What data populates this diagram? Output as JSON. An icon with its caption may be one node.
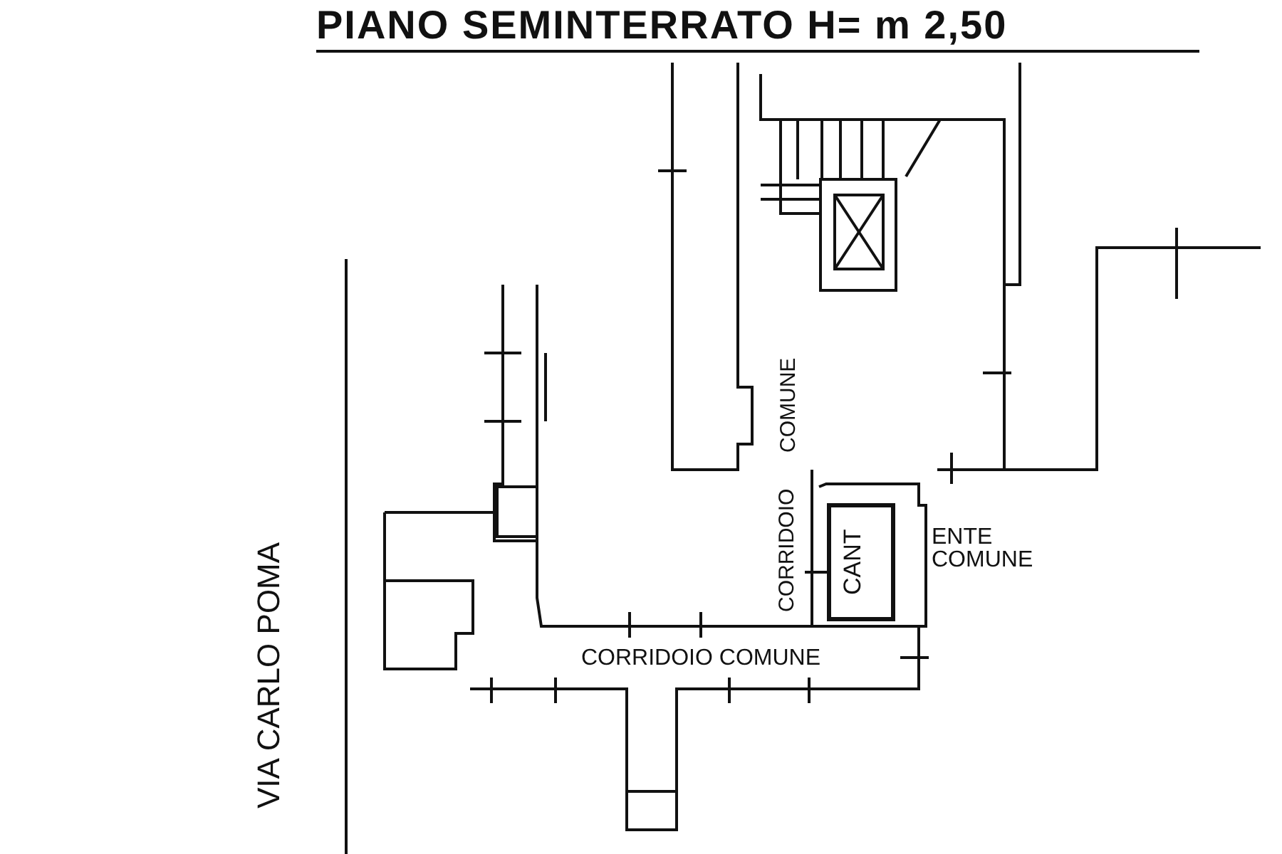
{
  "diagram": {
    "title": "PIANO SEMINTERRATO H= m 2,50",
    "labels": [
      "COMUNE",
      "CORRIDOIO",
      "ENTE COMUNE",
      "CANT",
      "CORRIDOIO COMUNE",
      "VIA CARLO POMA"
    ]
  }
}
